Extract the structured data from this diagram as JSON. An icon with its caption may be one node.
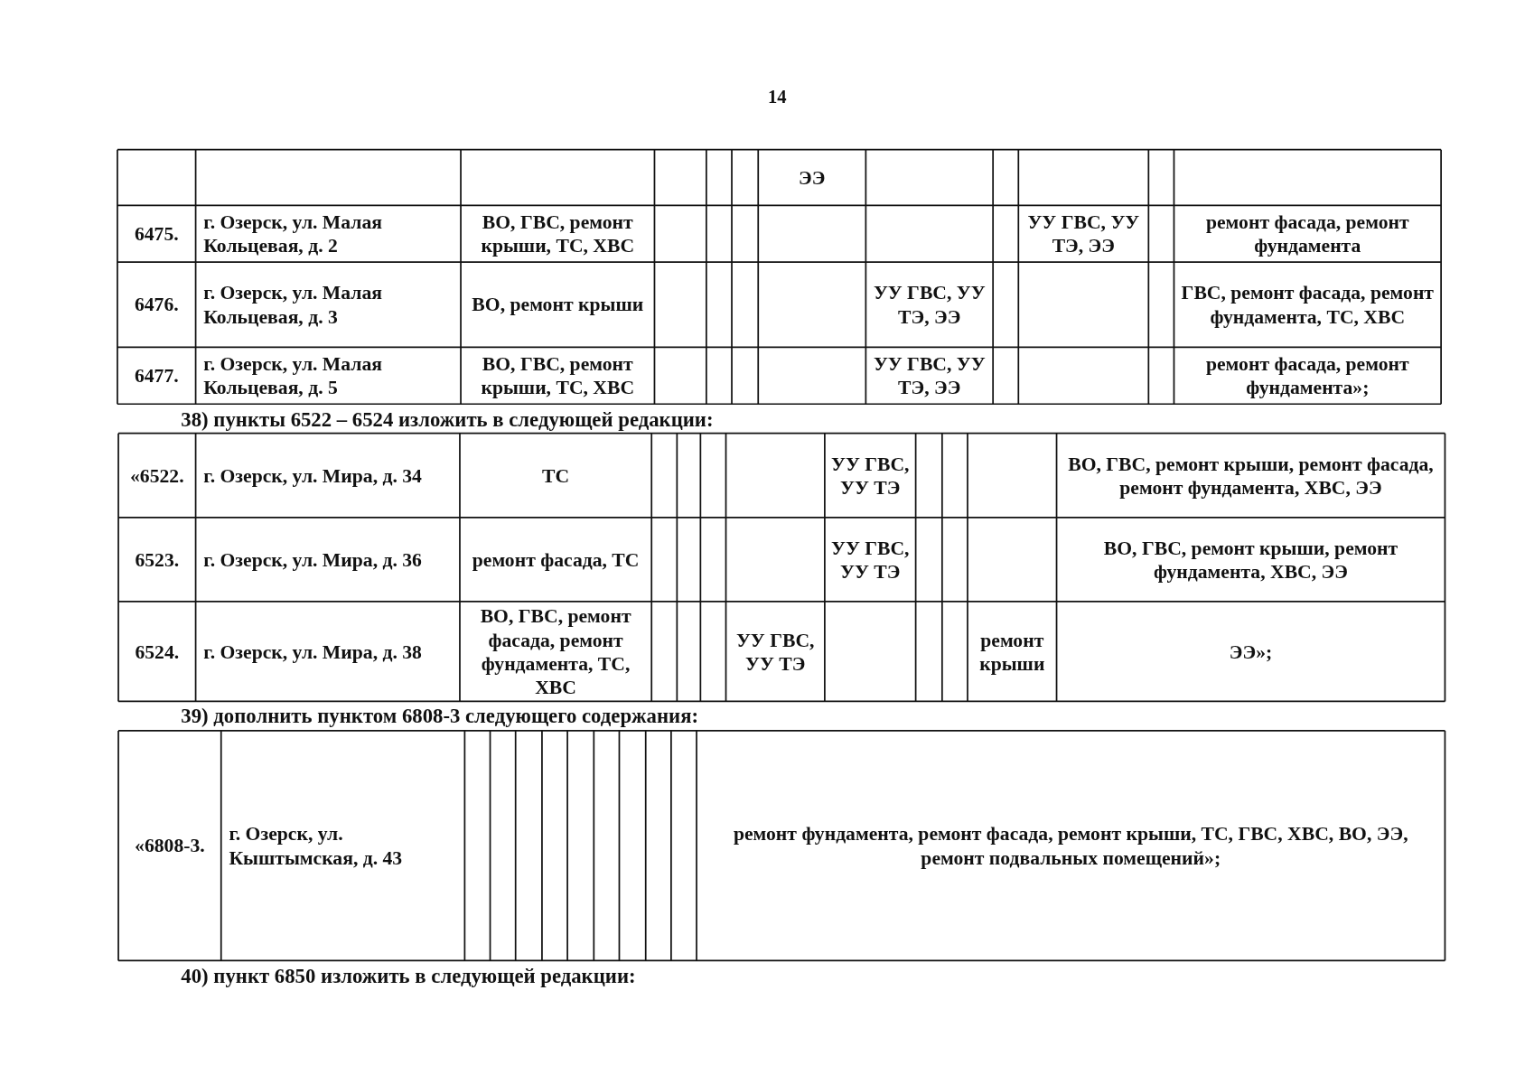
{
  "diagram": {
    "labels": [
      "14",
      "ЭЭ",
      "6475.",
      "г. Озерск, ул. Малая Кольцевая, д. 2",
      "ВО, ГВС, ремонт крыши, ТС, ХВС",
      "УУ ГВС, УУ ТЭ, ЭЭ",
      "ремонт фасада, ремонт фундамента",
      "6476.",
      "г. Озерск, ул. Малая Кольцевая, д. 3",
      "ВО, ремонт крыши",
      "УУ ГВС, УУ ТЭ, ЭЭ",
      "ГВС, ремонт фасада, ремонт фундамента, ТС, ХВС",
      "6477.",
      "г. Озерск, ул. Малая Кольцевая, д. 5",
      "ВО, ГВС, ремонт крыши, ТС, ХВС",
      "УУ ГВС, УУ ТЭ, ЭЭ",
      "ремонт фасада, ремонт фундамента»;",
      "38) пункты 6522 – 6524 изложить в следующей редакции:",
      "«6522.",
      "г. Озерск, ул. Мира, д. 34",
      "ТС",
      "УУ ГВС, УУ ТЭ",
      "ВО, ГВС, ремонт крыши, ремонт фасада, ремонт фундамента, ХВС, ЭЭ",
      "6523.",
      "г. Озерск, ул. Мира, д. 36",
      "ремонт фасада, ТС",
      "УУ ГВС, УУ ТЭ",
      "ВО, ГВС, ремонт крыши, ремонт фундамента, ХВС, ЭЭ",
      "6524.",
      "г. Озерск, ул. Мира, д. 38",
      "ВО, ГВС, ремонт фасада, ремонт фундамента, ТС, ХВС",
      "УУ ГВС, УУ ТЭ",
      "ремонт крыши",
      "ЭЭ»;",
      "39) дополнить пунктом 6808-3 следующего содержания:",
      "«6808-3.",
      "г. Озерск, ул. Кыштымская, д. 43",
      "ремонт фундамента, ремонт фасада, ремонт крыши, ТС, ГВС, ХВС, ВО, ЭЭ, ремонт подвальных помещений»;",
      "40) пункт 6850 изложить в следующей редакции:"
    ]
  }
}
